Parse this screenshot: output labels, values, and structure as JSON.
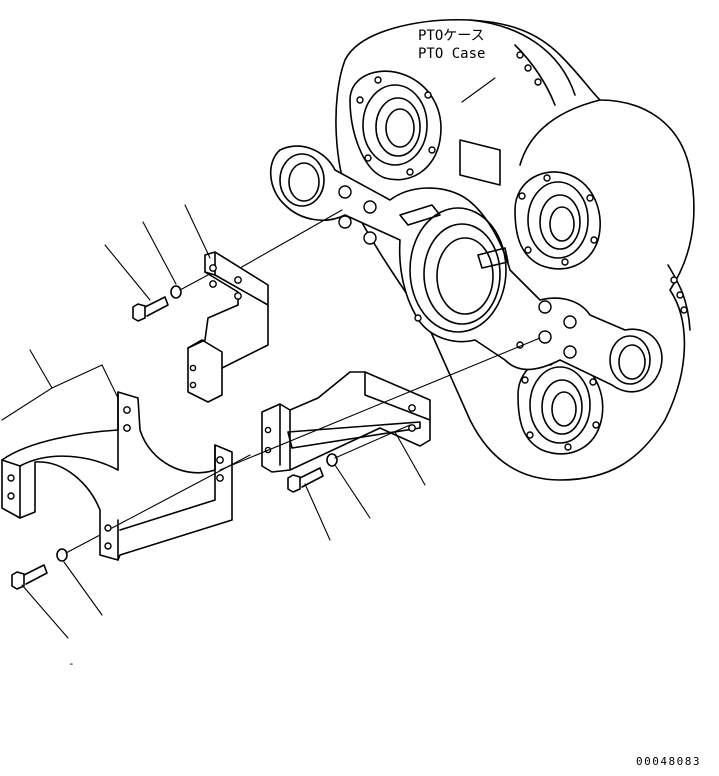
{
  "diagram": {
    "case_label_jp": "PTOケース",
    "case_label_en": "PTO Case",
    "drawing_number": "00048083",
    "stray_mark": "-"
  },
  "colors": {
    "ink": "#000000",
    "paper": "#ffffff"
  }
}
